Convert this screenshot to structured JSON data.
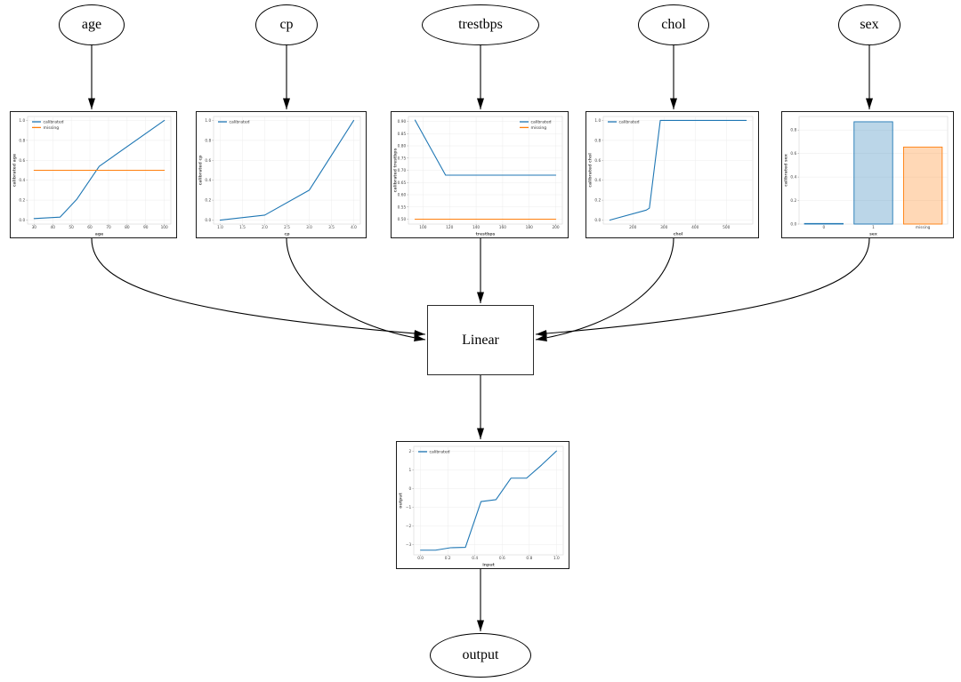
{
  "diagram": {
    "input_nodes": [
      "age",
      "cp",
      "trestbps",
      "chol",
      "sex"
    ],
    "linear_node": "Linear",
    "output_node": "output"
  },
  "colors": {
    "calibrated_line": "#1f77b4",
    "missing_line": "#ff7f0e",
    "edge": "#000000",
    "bar_fill_blue": "rgba(31,119,180,0.30)",
    "bar_fill_orange": "rgba(255,127,14,0.30)"
  },
  "chart_data": [
    {
      "name": "age-calibrator",
      "type": "line",
      "title": "",
      "xlabel": "age",
      "ylabel": "calibrated age",
      "xlim": [
        26.5,
        103.5
      ],
      "ylim": [
        -0.04,
        1.04
      ],
      "xticks": [
        30,
        40,
        50,
        60,
        70,
        80,
        90,
        100
      ],
      "xtick_labels": [
        "30",
        "40",
        "50",
        "60",
        "70",
        "80",
        "90",
        "100"
      ],
      "yticks": [
        0.0,
        0.2,
        0.4,
        0.6,
        0.8,
        1.0
      ],
      "ytick_labels": [
        "0.0",
        "0.2",
        "0.4",
        "0.6",
        "0.8",
        "1.0"
      ],
      "grid": true,
      "legend": {
        "loc": "upper-left",
        "entries": [
          {
            "label": "calibrated",
            "color": "#1f77b4"
          },
          {
            "label": "missing",
            "color": "#ff7f0e"
          }
        ]
      },
      "series": [
        {
          "name": "calibrated",
          "color": "#1f77b4",
          "points": [
            [
              30,
              0.015
            ],
            [
              44,
              0.03
            ],
            [
              53,
              0.21
            ],
            [
              65,
              0.54
            ],
            [
              100,
              1.0
            ]
          ]
        },
        {
          "name": "missing",
          "color": "#ff7f0e",
          "points": [
            [
              30,
              0.5
            ],
            [
              100,
              0.5
            ]
          ]
        }
      ]
    },
    {
      "name": "cp-calibrator",
      "type": "line",
      "title": "",
      "xlabel": "cp",
      "ylabel": "calibrated cp",
      "xlim": [
        0.85,
        4.15
      ],
      "ylim": [
        -0.04,
        1.04
      ],
      "xticks": [
        1.0,
        1.5,
        2.0,
        2.5,
        3.0,
        3.5,
        4.0
      ],
      "xtick_labels": [
        "1.0",
        "1.5",
        "2.0",
        "2.5",
        "3.0",
        "3.5",
        "4.0"
      ],
      "yticks": [
        0.0,
        0.2,
        0.4,
        0.6,
        0.8,
        1.0
      ],
      "ytick_labels": [
        "0.0",
        "0.2",
        "0.4",
        "0.6",
        "0.8",
        "1.0"
      ],
      "grid": true,
      "legend": {
        "loc": "upper-left",
        "entries": [
          {
            "label": "calibrated",
            "color": "#1f77b4"
          }
        ]
      },
      "series": [
        {
          "name": "calibrated",
          "color": "#1f77b4",
          "points": [
            [
              1.0,
              0.0
            ],
            [
              2.0,
              0.05
            ],
            [
              3.0,
              0.3
            ],
            [
              4.0,
              1.0
            ]
          ]
        }
      ]
    },
    {
      "name": "trestbps-calibrator",
      "type": "line",
      "title": "",
      "xlabel": "trestbps",
      "ylabel": "calibrated trestbps",
      "xlim": [
        89,
        205
      ],
      "ylim": [
        0.48,
        0.92
      ],
      "xticks": [
        100,
        120,
        140,
        160,
        180,
        200
      ],
      "xtick_labels": [
        "100",
        "120",
        "140",
        "160",
        "180",
        "200"
      ],
      "yticks": [
        0.5,
        0.55,
        0.6,
        0.65,
        0.7,
        0.75,
        0.8,
        0.85,
        0.9
      ],
      "ytick_labels": [
        "0.50",
        "0.55",
        "0.60",
        "0.65",
        "0.70",
        "0.75",
        "0.80",
        "0.85",
        "0.90"
      ],
      "grid": true,
      "legend": {
        "loc": "upper-right",
        "entries": [
          {
            "label": "calibrated",
            "color": "#1f77b4"
          },
          {
            "label": "missing",
            "color": "#ff7f0e"
          }
        ]
      },
      "series": [
        {
          "name": "calibrated",
          "color": "#1f77b4",
          "points": [
            [
              94,
              0.905
            ],
            [
              117,
              0.68
            ],
            [
              200,
              0.68
            ]
          ]
        },
        {
          "name": "missing",
          "color": "#ff7f0e",
          "points": [
            [
              94,
              0.5
            ],
            [
              200,
              0.5
            ]
          ]
        }
      ]
    },
    {
      "name": "chol-calibrator",
      "type": "line",
      "title": "",
      "xlabel": "chol",
      "ylabel": "calibrated chol",
      "xlim": [
        105,
        585
      ],
      "ylim": [
        -0.04,
        1.04
      ],
      "xticks": [
        200,
        300,
        400,
        500
      ],
      "xtick_labels": [
        "200",
        "300",
        "400",
        "500"
      ],
      "yticks": [
        0.0,
        0.2,
        0.4,
        0.6,
        0.8,
        1.0
      ],
      "ytick_labels": [
        "0.0",
        "0.2",
        "0.4",
        "0.6",
        "0.8",
        "1.0"
      ],
      "grid": true,
      "legend": {
        "loc": "upper-left",
        "entries": [
          {
            "label": "calibrated",
            "color": "#1f77b4"
          }
        ]
      },
      "series": [
        {
          "name": "calibrated",
          "color": "#1f77b4",
          "points": [
            [
              126,
              0.0
            ],
            [
              243,
              0.1
            ],
            [
              253,
              0.12
            ],
            [
              288,
              1.0
            ],
            [
              564,
              1.0
            ]
          ]
        }
      ]
    },
    {
      "name": "sex-calibrator",
      "type": "bar",
      "title": "",
      "xlabel": "sex",
      "ylabel": "calibrated sex",
      "categories": [
        "0",
        "1",
        "missing"
      ],
      "values": [
        0.005,
        0.87,
        0.655
      ],
      "bar_fill": [
        "rgba(31,119,180,0.30)",
        "rgba(31,119,180,0.30)",
        "rgba(255,127,14,0.30)"
      ],
      "bar_edge": [
        "#1f77b4",
        "#1f77b4",
        "#ff7f0e"
      ],
      "ylim": [
        0,
        0.915
      ],
      "yticks": [
        0.0,
        0.2,
        0.4,
        0.6,
        0.8
      ],
      "ytick_labels": [
        "0.0",
        "0.2",
        "0.4",
        "0.6",
        "0.8"
      ],
      "grid": true,
      "legend": null,
      "series": []
    },
    {
      "name": "output-calibrator",
      "type": "line",
      "title": "",
      "xlabel": "input",
      "ylabel": "output",
      "xlim": [
        -0.05,
        1.05
      ],
      "ylim": [
        -3.55,
        2.25
      ],
      "xticks": [
        0.0,
        0.2,
        0.4,
        0.6,
        0.8,
        1.0
      ],
      "xtick_labels": [
        "0.0",
        "0.2",
        "0.4",
        "0.6",
        "0.8",
        "1.0"
      ],
      "yticks": [
        -3,
        -2,
        -1,
        0,
        1,
        2
      ],
      "ytick_labels": [
        "−3",
        "−2",
        "−1",
        "0",
        "1",
        "2"
      ],
      "grid": true,
      "legend": {
        "loc": "upper-left",
        "entries": [
          {
            "label": "calibrated",
            "color": "#1f77b4"
          }
        ]
      },
      "series": [
        {
          "name": "calibrated",
          "color": "#1f77b4",
          "points": [
            [
              0.0,
              -3.3
            ],
            [
              0.11,
              -3.3
            ],
            [
              0.22,
              -3.17
            ],
            [
              0.33,
              -3.15
            ],
            [
              0.445,
              -0.7
            ],
            [
              0.555,
              -0.6
            ],
            [
              0.665,
              0.55
            ],
            [
              0.78,
              0.55
            ],
            [
              0.89,
              1.25
            ],
            [
              1.0,
              2.0
            ]
          ]
        }
      ]
    }
  ]
}
